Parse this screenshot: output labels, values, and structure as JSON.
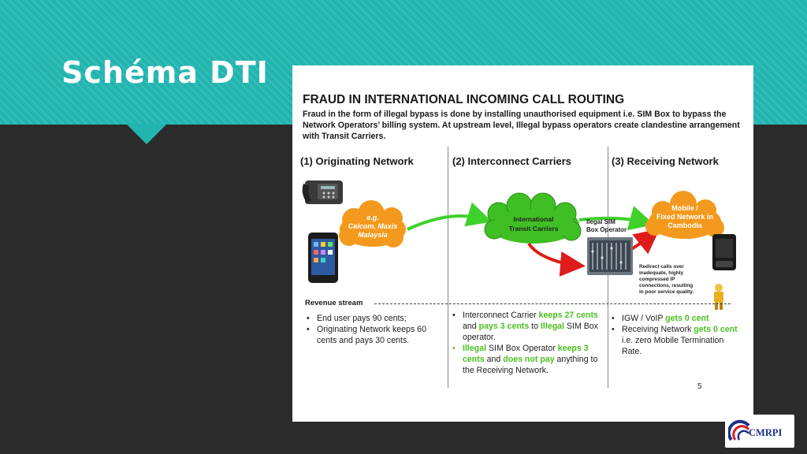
{
  "slide": {
    "title": "Schéma DTI"
  },
  "panel": {
    "title": "FRAUD IN INTERNATIONAL INCOMING CALL ROUTING",
    "description": "Fraud in the form of illegal bypass is done by installing unauthorised equipment i.e. SIM Box to bypass the Network Operators’ billing system.  At upstream level, Illegal bypass operators create clandestine arrangement with Transit Carriers.",
    "columns": [
      {
        "heading": "(1) Originating Network"
      },
      {
        "heading": "(2) Interconnect Carriers"
      },
      {
        "heading": "(3) Receiving Network"
      }
    ],
    "clouds": {
      "origin": {
        "line1": "e.g.",
        "line2": "Celcom, Maxis",
        "line3": "Malaysia"
      },
      "transit": {
        "line1": "International",
        "line2": "Transit Carriers"
      },
      "receiving": {
        "line1": "Mobile /",
        "line2": "Fixed Network in",
        "line3": "Cambodia"
      }
    },
    "simbox": {
      "line1": "Ilegal SIM",
      "line2": "Box Operator"
    },
    "redirect_note": {
      "line1": "Redirect calls over",
      "line2": "inadequate, highly",
      "line3": "compressed IP",
      "line4": "connections, resulting",
      "line5": "in poor service quality."
    },
    "revenue_stream": "Revenue stream",
    "col1": {
      "b1": "End user pays 90 cents;",
      "b2": "Originating Network keeps 60 cents and pays 30 cents."
    },
    "col2": {
      "b1_a": "Interconnect Carrier ",
      "b1_b": "keeps 27 cents",
      "b1_c": " and ",
      "b1_d": "pays 3 cents",
      "b1_e": " to ",
      "b1_f": "Illegal",
      "b1_g": " SIM Box operator.",
      "b2_a": "Illegal",
      "b2_b": " SIM Box Operator ",
      "b2_c": "keeps 3 cents",
      "b2_d": " and ",
      "b2_e": "does not pay",
      "b2_f": " anything to the Receiving Network."
    },
    "col3": {
      "b1_a": "IGW / VoIP ",
      "b1_b": "gets 0 cent",
      "b2_a": "Receiving Network ",
      "b2_b": "gets 0 cent",
      "b2_c": " i.e. zero Mobile Termination Rate."
    },
    "page_number": "5"
  },
  "logo": {
    "text": "CMRPI"
  },
  "icons": {
    "phone": "desk-phone-icon",
    "smartphone": "smartphone-icon",
    "simbox": "sim-box-icon",
    "mobile": "mobile-phone-icon",
    "worker": "worker-icon",
    "logo_mark": "cmrpi-logo-mark"
  },
  "colors": {
    "band": "#22b5b0",
    "cloud_orange": "#f39a1e",
    "cloud_green": "#3fbf23",
    "arrow_green": "#3fd12b",
    "arrow_red": "#e01b1b",
    "highlight_green": "#4cc021"
  }
}
